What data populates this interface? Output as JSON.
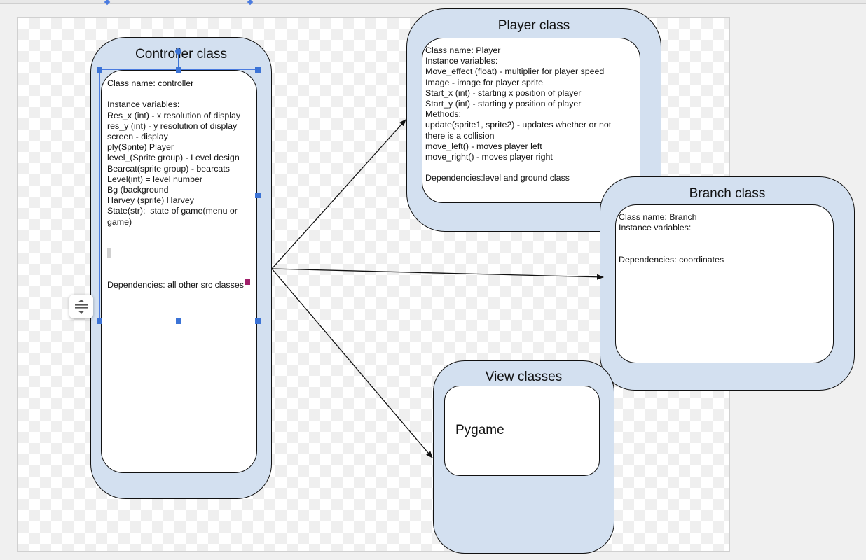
{
  "controller": {
    "title": "Controller class",
    "lines": [
      "Class name: controller",
      "",
      "Instance variables:",
      "Res_x (int) - x resolution of display",
      "res_y (int) - y resolution of display",
      "screen - display",
      "ply(Sprite) Player",
      "level_(Sprite group) - Level design",
      "Bearcat(sprite group) - bearcats",
      "Level(int) = level number",
      "Bg (background",
      "Harvey (sprite) Harvey",
      "State(str):  state of game(menu or",
      "game)"
    ],
    "dependencies": "Dependencies: all other src classes"
  },
  "player": {
    "title": "Player class",
    "lines": [
      "Class name: Player",
      "Instance variables:",
      "Move_effect (float) - multiplier for player speed",
      "Image - image for player sprite",
      "Start_x (int) - starting x position of player",
      "Start_y (int) - starting y position of player",
      "Methods:",
      "update(sprite1, sprite2) - updates whether or not",
      "there is a collision",
      "move_left() - moves player left",
      "move_right() - moves player right",
      "",
      "Dependencies:level and ground class"
    ]
  },
  "branch": {
    "title": "Branch class",
    "lines": [
      "Class name: Branch",
      "Instance variables:",
      "",
      "",
      "Dependencies: coordinates"
    ]
  },
  "view": {
    "title": "View classes",
    "body": "Pygame"
  },
  "colors": {
    "box_fill": "#d3e0f0",
    "selection": "#4a7be0",
    "text_cursor": "#a0206a"
  },
  "icons": {
    "toolbar": "align-vertical-icon"
  }
}
